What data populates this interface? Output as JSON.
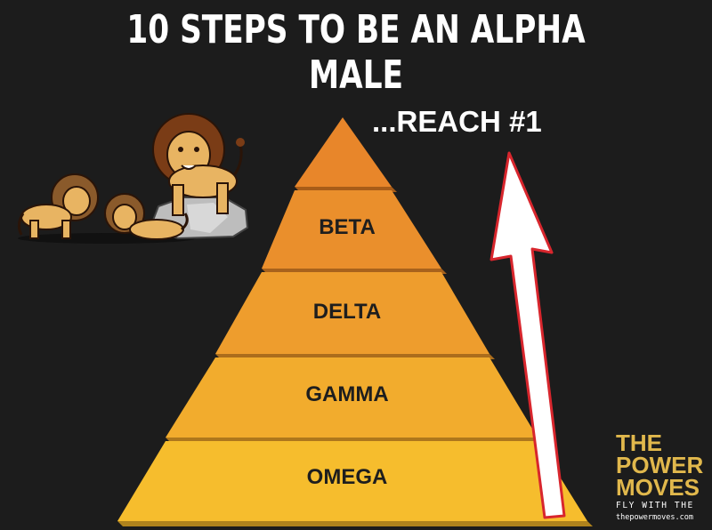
{
  "header": {
    "title": "10 STEPS TO BE AN ALPHA MALE"
  },
  "pyramid": {
    "top_caption": "...REACH #1",
    "tiers": [
      "BETA",
      "DELTA",
      "GAMMA",
      "OMEGA"
    ]
  },
  "brand": {
    "line1": "THE",
    "line2": "POWER",
    "line3": "MOVES",
    "tagline": "FLY WITH THE",
    "url": "thepowermoves.com"
  },
  "colors": {
    "background": "#1c1c1c",
    "tier_top": "#e8862a",
    "tier_beta": "#ea8f2c",
    "tier_delta": "#ee9d2d",
    "tier_gamma": "#f2ac2d",
    "tier_omega": "#f6bd2d",
    "arrow_fill": "#ffffff",
    "arrow_stroke": "#d8262d",
    "brand_gold": "#e1b84c"
  }
}
